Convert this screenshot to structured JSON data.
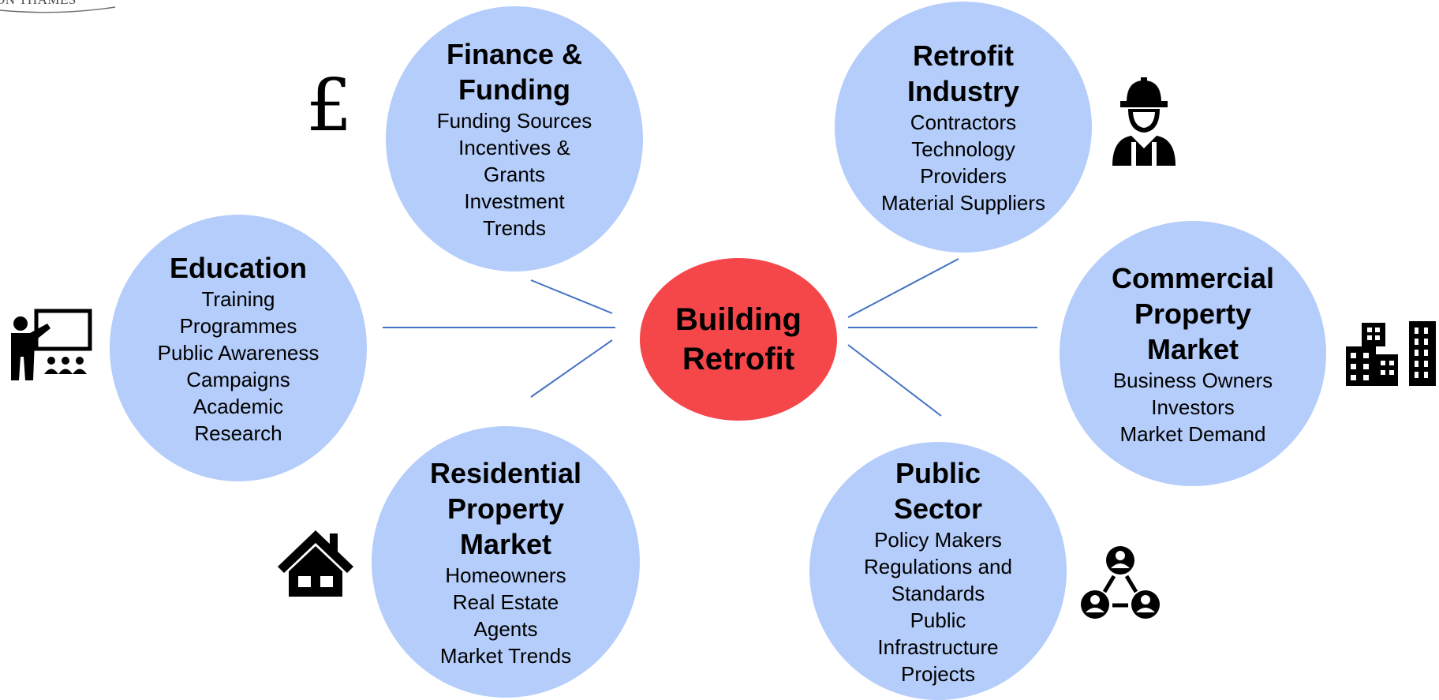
{
  "logo": {
    "text": "ON THAMES"
  },
  "center": {
    "line1": "Building",
    "line2": "Retrofit"
  },
  "nodes": {
    "finance": {
      "title": [
        "Finance &",
        "Funding"
      ],
      "items": [
        "Funding Sources",
        "Incentives &",
        "Grants",
        "Investment",
        "Trends"
      ]
    },
    "education": {
      "title": [
        "Education"
      ],
      "items": [
        "Training",
        "Programmes",
        "Public Awareness",
        "Campaigns",
        "Academic",
        "Research"
      ]
    },
    "residential": {
      "title": [
        "Residential",
        "Property",
        "Market"
      ],
      "items": [
        "Homeowners",
        "Real Estate",
        "Agents",
        "Market Trends"
      ]
    },
    "retrofit_industry": {
      "title": [
        "Retrofit",
        "Industry"
      ],
      "items": [
        "Contractors",
        "Technology",
        "Providers",
        "Material Suppliers"
      ]
    },
    "commercial": {
      "title": [
        "Commercial",
        "Property",
        "Market"
      ],
      "items": [
        "Business Owners",
        "Investors",
        "Market Demand"
      ]
    },
    "public_sector": {
      "title": [
        "Public",
        "Sector"
      ],
      "items": [
        "Policy Makers",
        "Regulations and",
        "Standards",
        "Public",
        "Infrastructure",
        "Projects"
      ]
    }
  },
  "icons": {
    "finance": {
      "name": "pound-sign-icon",
      "glyph": "£"
    },
    "education": {
      "name": "teacher-whiteboard-icon"
    },
    "residential": {
      "name": "house-icon"
    },
    "retrofit_industry": {
      "name": "construction-worker-icon"
    },
    "commercial": {
      "name": "city-buildings-icon"
    },
    "public_sector": {
      "name": "people-network-icon"
    }
  },
  "colors": {
    "node_fill": "#b4cdfa",
    "center_fill": "#f5474a",
    "connector": "#4472c4",
    "text": "#000000"
  }
}
